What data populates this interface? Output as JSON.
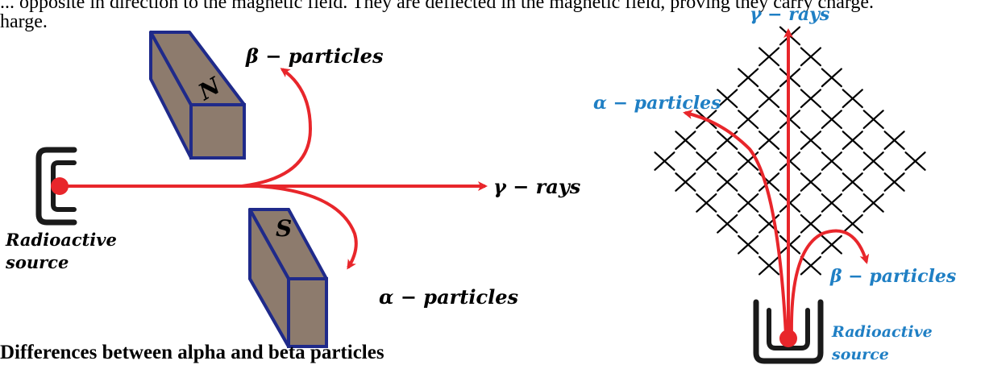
{
  "text": {
    "top_line_1": "... opposite in direction to the magnetic field. They are deflected in the magnetic field, proving they carry charge.",
    "top_line_2": "harge.",
    "bottom_heading": "Differences between alpha and beta particles"
  },
  "left_diagram": {
    "magnet_north_label": "N",
    "magnet_south_label": "S",
    "beta_label": "β − particles",
    "gamma_label": "γ − rays",
    "alpha_label": "α − particles",
    "source_label_line1": "Radioactive",
    "source_label_line2": "source"
  },
  "right_diagram": {
    "gamma_label": "γ − rays",
    "alpha_label": "α − particles",
    "beta_label": "β − particles",
    "source_label_line1": "Radioactive",
    "source_label_line2": "source"
  },
  "colors": {
    "ray": "#e8262b",
    "magnet_fill": "#8d7b6d",
    "magnet_edge": "#1f2a8a",
    "source_holder": "#1a1a1a",
    "source_dot": "#e8262b",
    "blue_label": "#1f7fc4"
  },
  "icons": {
    "field_cross": "x-mark-icon"
  }
}
